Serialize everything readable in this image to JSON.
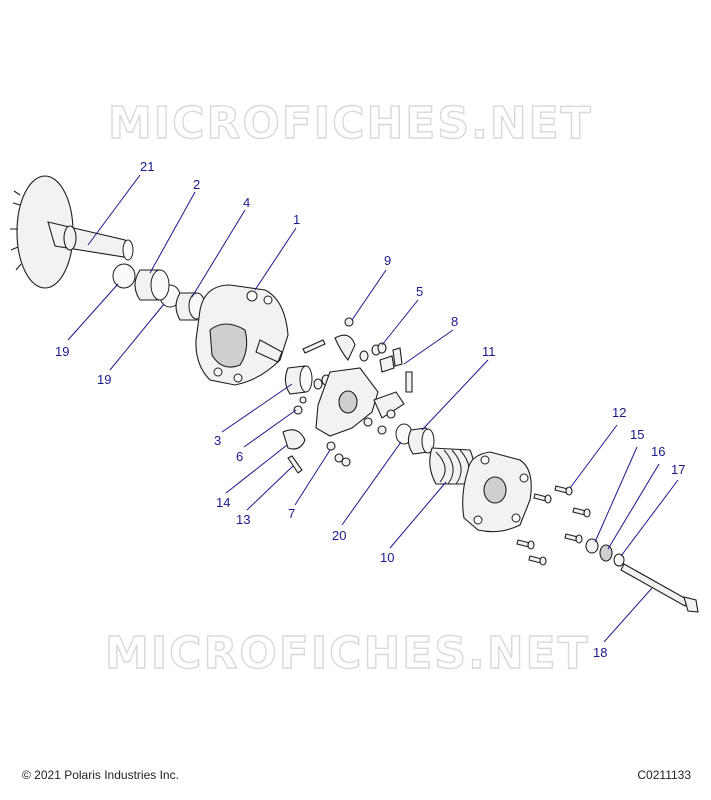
{
  "watermark_text": "MICROFICHES.NET",
  "footer": {
    "copyright": "© 2021 Polaris Industries Inc.",
    "drawing_code": "C0211133"
  },
  "callouts": [
    "21",
    "2",
    "4",
    "1",
    "9",
    "5",
    "8",
    "11",
    "19",
    "19",
    "3",
    "6",
    "14",
    "13",
    "7",
    "20",
    "10",
    "12",
    "15",
    "16",
    "17",
    "18"
  ]
}
